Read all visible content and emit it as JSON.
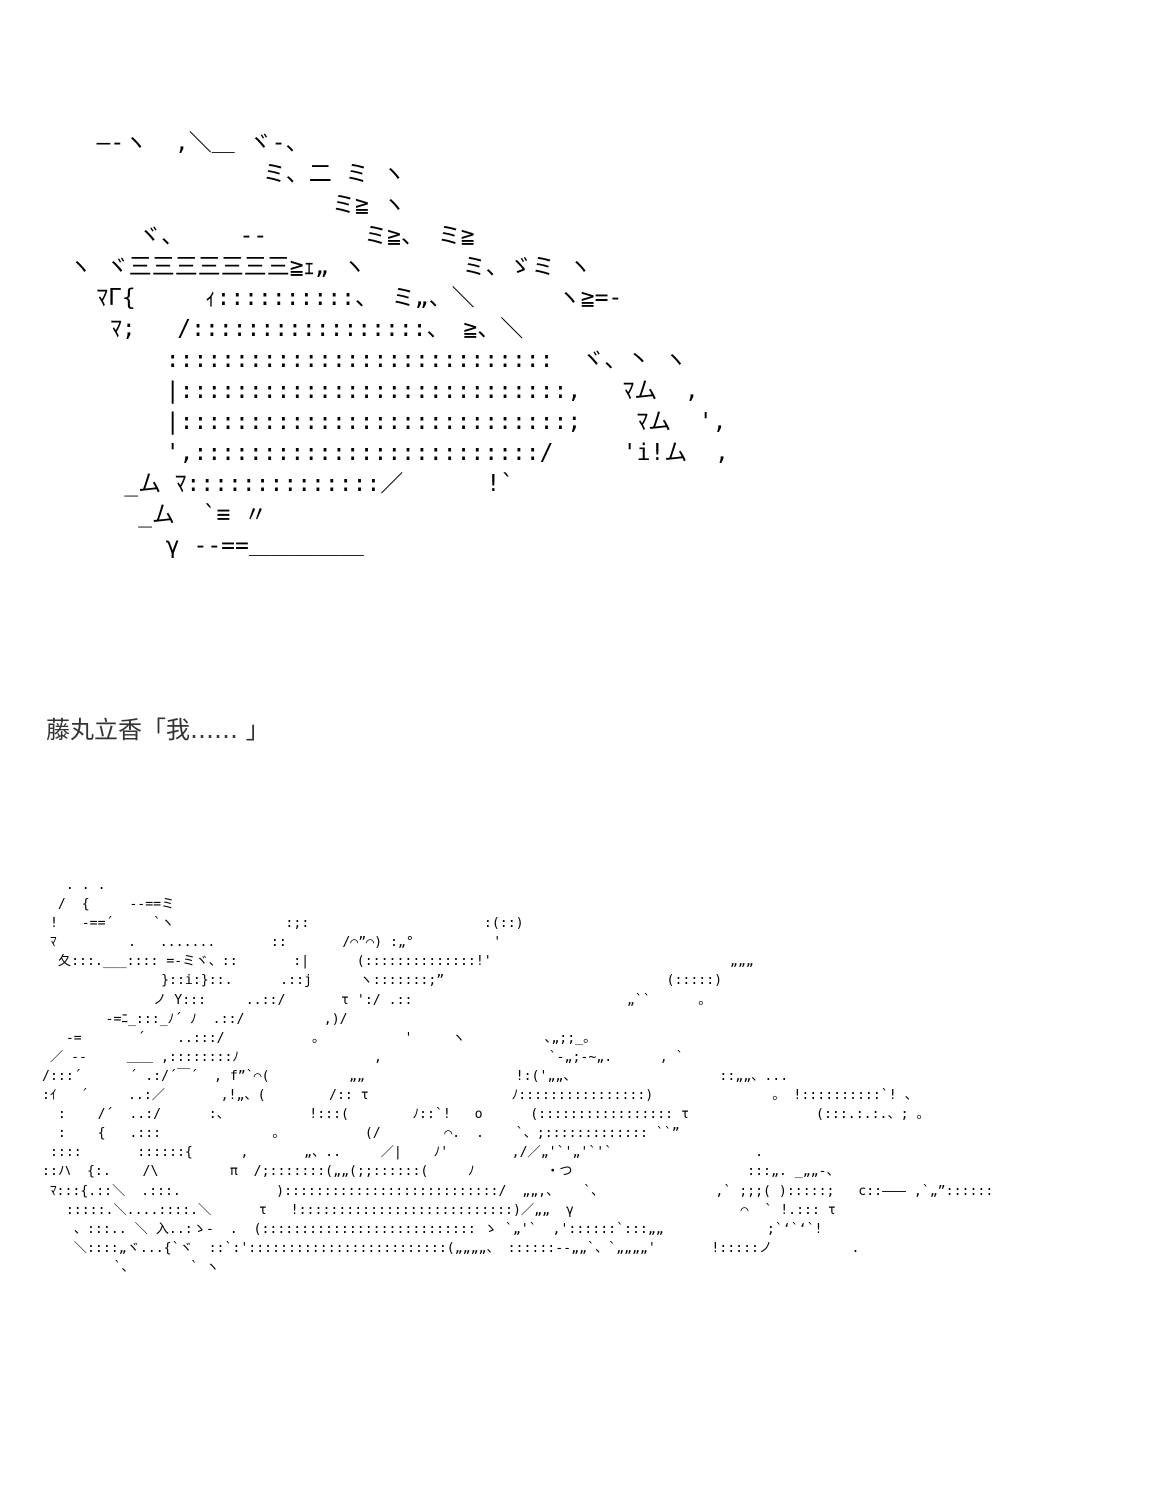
{
  "scene_top": {
    "art": "   —‐ヽ  ,＼＿ ヾ-、\n               ミ、二 ミ ヽ\n                    ミ≧ ヽ\n      ヾ、    ‐‐       ミ≧、 ミ≧\n ヽ ヾ三三三三三三三≧ｪ„ ヽ       ミ、ゞミ ヽ\n   ﾏΓ{     ｨ::::::::::、 ミ„、＼      ヽ≧=‐\n    ﾏ;   /:::::::::::::::::、 ≧、＼\n        ::::::::::::::::::::::::::::  ヾ、丶 ヽ\n        |::::::::::::::::::::::::::::,   ﾏム  ,\n        |::::::::::::::::::::::::::::;    ﾏム  ',\n        ',:::::::::::::::::::::::::/     'i!ム  ,\n     _ム ﾏ::::::::::::::／      !`\n      _ム  `≡ 〃\n        γ ‐‐==＿＿＿＿＿"
  },
  "dialogue": {
    "speaker": "藤丸立香",
    "line": "「我…… 」",
    "text": "藤丸立香「我…… 」"
  },
  "scene_bottom": {
    "art": "   . . .\n  /  {     ‐‐==ミ\n !   ‐==´     `ヽ              :;:                      :(::)\n ﾏ         .   .......       ::       /⌒”⌒) :„°          '\n  夂:::.___:::: =‐ミヾ、::       :|      (::::::::::::::!'                              „„„\n               }::i:}::.      .::j      ヽ:::::::;”                            (:::::)\n              ノ Y:::     ..::/       τ ':/ .::                           „``      。\n        ‐=ﾆ_:::_ﾉ´ ﾉ  .::/          ,)/\n   ‐=       ´    ..:::/           。          '     ヽ          ､„;;_。\n ／ ‐‐     ＿＿ ,::::::::ﾉ                 ,                     `‐„;‐~„.      , `\n/:::´      ´ .:/´￣´  , f”`⌒(          „„                   !:('„„、                  ::„„、...\n:ｲ   ´     ..:／       ,!„、(        /:: τ                  ﾉ::::::::::::::::)               。 !::::::::::`! 、\n  :    /´  ..:/      :、          !:::(        ﾉ::`!   o      (::::::::::::::::: τ                (:::.:.:.、; 。\n  :    {   .:::              。          (/        ⌒.  .    `、;::::::::::::: ``”\n ::::       ::::::{      ,       „、..     ／|    ﾉ'        ,/／„'`'„'`'`                  .\n::ハ  {:.    /\\         π  /;:::::::(„„(;;::::::(     ﾉ         ・つ                      :::„. _„„-、\n ﾏ:::{.::＼  .:::.            ):::::::::::::::::::::::::::/  „„,、   `、              ,` ;;;( ):::::;   c::——— ,`„”::::::\n   :::::.＼....::::.＼      τ   !:::::::::::::::::::::::::::)／„„  γ                     ⌒  ` !.::: τ\n    、:::.. ＼ 入..:ゝ‐  .  (::::::::::::::::::::::::::: ゝ `„'`  ,'::::::`:::„„             ;`‘`‘`!\n    ＼::::„ヾ...{`ヾ  ::`:':::::::::::::::::::::::::(„„„„、 ::::::‐‐„„`、`„„„„'       !:::::ノ          .\n         `、       ` ヽ"
  }
}
